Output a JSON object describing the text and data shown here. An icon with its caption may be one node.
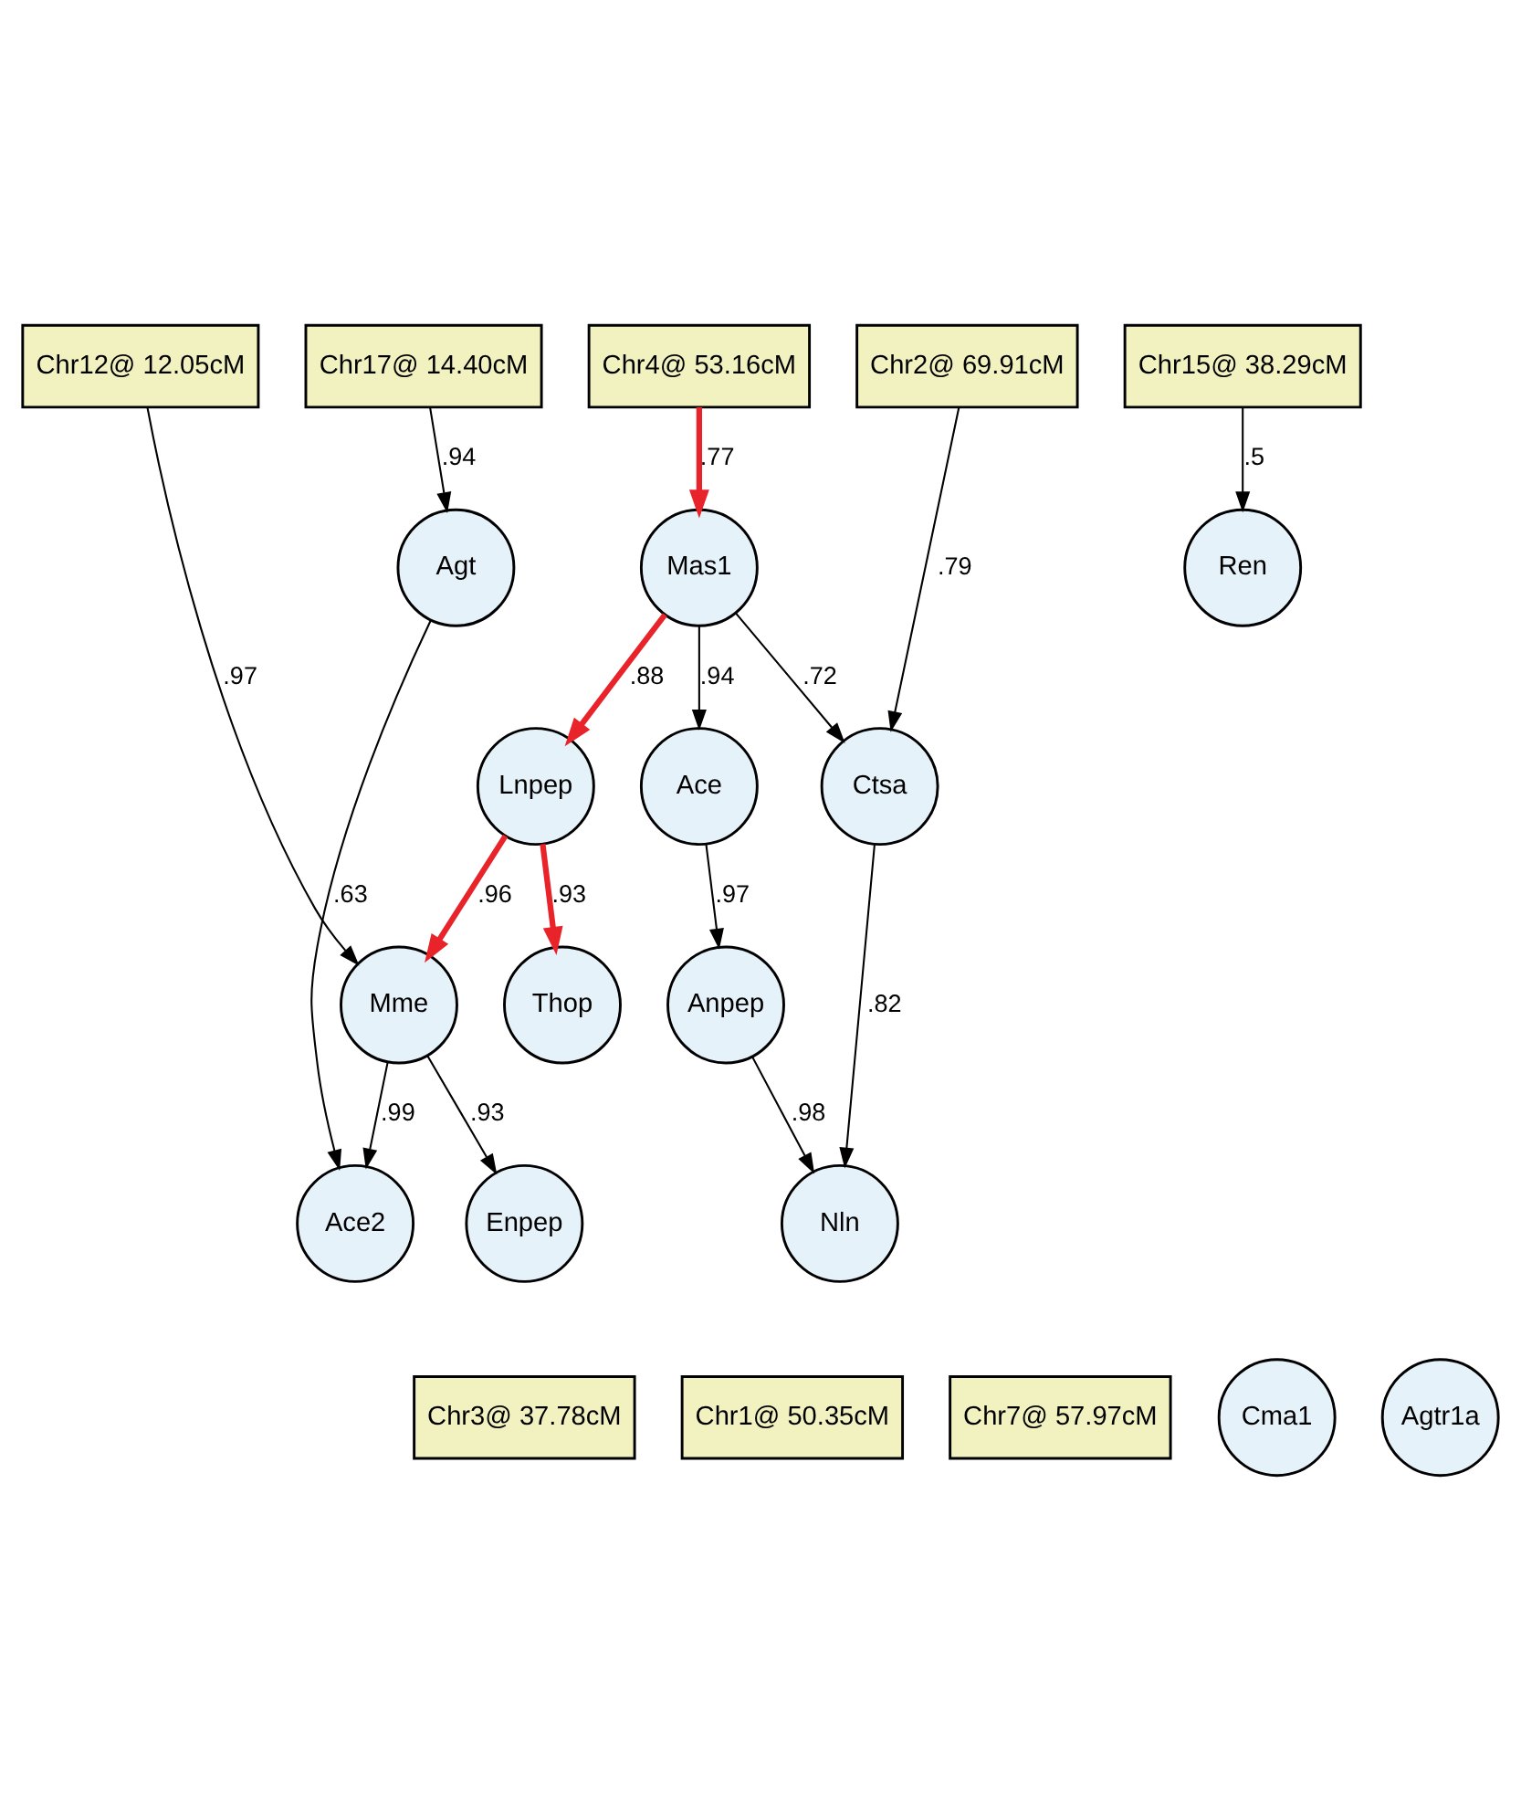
{
  "diagram": {
    "nodes": [
      {
        "text": [
          "Chr4@ 53.16cM"
        ]
      },
      {
        "text": [
          "Chr17@ 14.40cM"
        ]
      },
      {
        "text": [
          "Chr2@ 69.91cM"
        ]
      },
      {
        "text": [
          "Chr12@ 12.05cM"
        ]
      },
      {
        "text": [
          "Chr15@ 38.29cM"
        ]
      },
      {
        "text": [
          "Agt"
        ]
      },
      {
        "text": [
          "Mas1"
        ]
      },
      {
        "text": [
          "Ren"
        ]
      },
      {
        "text": [
          "Ace"
        ]
      },
      {
        "text": [
          "Ctsa"
        ]
      },
      {
        "text": [
          "Lnpep"
        ]
      },
      {
        "text": [
          "Anpep"
        ]
      },
      {
        "text": [
          "Mme"
        ]
      },
      {
        "text": [
          "Thop"
        ]
      },
      {
        "text": [
          "Enpep"
        ]
      },
      {
        "text": [
          "Ace2"
        ]
      },
      {
        "text": [
          "Nln"
        ]
      },
      {
        "text": [
          "Chr3@ 37.78cM"
        ]
      },
      {
        "text": [
          "Chr1@ 50.35cM"
        ]
      },
      {
        "text": [
          "Chr7@ 57.97cM"
        ]
      },
      {
        "text": [
          "Cma1"
        ]
      },
      {
        "text": [
          "Agtr1a"
        ]
      }
    ],
    "edges": [
      {
        "from": 0,
        "to": 6,
        "arrow": "to",
        "label": ".77",
        "style": "thick",
        "color": "#e8232a"
      },
      {
        "from": 1,
        "to": 5,
        "arrow": "to",
        "label": ".94"
      },
      {
        "from": 2,
        "to": 9,
        "arrow": "to",
        "label": ".79"
      },
      {
        "from": 3,
        "to": 12,
        "arrow": "to",
        "label": ".97"
      },
      {
        "from": 4,
        "to": 7,
        "arrow": "to",
        "label": ".5"
      },
      {
        "from": 6,
        "to": 8,
        "arrow": "to",
        "label": ".94"
      },
      {
        "from": 6,
        "to": 9,
        "arrow": "to",
        "label": ".72"
      },
      {
        "from": 6,
        "to": 10,
        "arrow": "to",
        "label": ".88",
        "style": "thick",
        "color": "#e8232a"
      },
      {
        "from": 5,
        "to": 15,
        "arrow": "to",
        "label": ".63"
      },
      {
        "from": 8,
        "to": 11,
        "arrow": "to",
        "label": ".97"
      },
      {
        "from": 9,
        "to": 16,
        "arrow": "to",
        "label": ".82"
      },
      {
        "from": 10,
        "to": 12,
        "arrow": "to",
        "label": ".96",
        "style": "thick",
        "color": "#e8232a"
      },
      {
        "from": 10,
        "to": 13,
        "arrow": "to",
        "label": ".93",
        "style": "thick",
        "color": "#e8232a"
      },
      {
        "from": 11,
        "to": 16,
        "arrow": "to",
        "label": ".98"
      },
      {
        "from": 12,
        "to": 14,
        "arrow": "to",
        "label": ".93"
      },
      {
        "from": 12,
        "to": 15,
        "arrow": "to",
        "label": ".99"
      }
    ]
  }
}
